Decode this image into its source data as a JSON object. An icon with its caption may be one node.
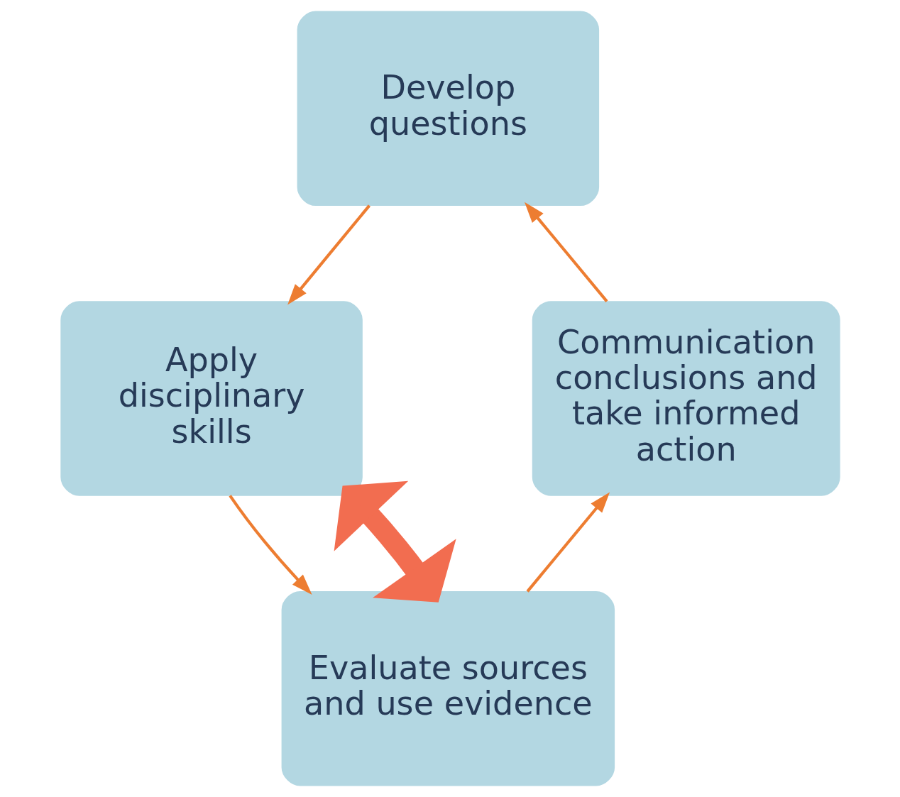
{
  "diagram": {
    "nodes": [
      {
        "text": [
          "Develop questions"
        ]
      },
      {
        "text": [
          "Apply disciplinary skills"
        ]
      },
      {
        "text": [
          "Evaluate sources and use evidence"
        ]
      },
      {
        "text": [
          "Communication conclusions and take informed action"
        ]
      }
    ],
    "edges": [
      {
        "from": 0,
        "to": 1,
        "arrow": "to"
      },
      {
        "from": 1,
        "to": 2,
        "arrow": "to"
      },
      {
        "from": 2,
        "to": 3,
        "arrow": "to"
      },
      {
        "from": 3,
        "to": 0,
        "arrow": "to"
      },
      {
        "from": 2,
        "to": 1,
        "arrow": "both",
        "style": "thick",
        "color": "#f26d50"
      }
    ]
  }
}
